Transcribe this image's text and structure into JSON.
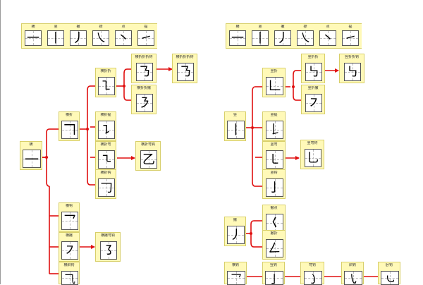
{
  "strokes": {
    "heng": {
      "label": "横",
      "glyph": "一"
    },
    "shu": {
      "label": "竖",
      "glyph": "丨"
    },
    "pie": {
      "label": "撇",
      "glyph": "丿"
    },
    "na": {
      "label": "捺",
      "glyph": "㇏"
    },
    "dian": {
      "label": "点",
      "glyph": "丶"
    },
    "ti": {
      "label": "提",
      "glyph": "㇀"
    },
    "hengzhe": {
      "label": "横折",
      "glyph": "𠃍"
    },
    "henggou": {
      "label": "横钩",
      "glyph": "乛"
    },
    "hengpie": {
      "label": "横撇",
      "glyph": "㇇"
    },
    "hengxiegou": {
      "label": "横斜钩",
      "glyph": "⺄"
    },
    "hengzhezhe": {
      "label": "横折折",
      "glyph": "㇅"
    },
    "hengzhezhezhegou": {
      "label": "横折折折钩",
      "glyph": "㇡"
    },
    "hengzhezhepie": {
      "label": "横折折撇",
      "glyph": "㇋"
    },
    "hengzheti": {
      "label": "横折提",
      "glyph": "㇊"
    },
    "hengzhewan": {
      "label": "横折弯",
      "glyph": "㇍"
    },
    "hengzhewangou": {
      "label": "横折弯钩",
      "glyph": "乙"
    },
    "hengzhegou": {
      "label": "横折钩",
      "glyph": "𠃌"
    },
    "hengpiewangou": {
      "label": "横撇弯钩",
      "glyph": "㇌"
    },
    "shuzhe": {
      "label": "竖折",
      "glyph": "𠃊"
    },
    "shuzhezhe": {
      "label": "竖折折",
      "glyph": "㇉"
    },
    "shuzhezhegou": {
      "label": "竖折折钩",
      "glyph": "㇉"
    },
    "shuzhepie": {
      "label": "竖折撇",
      "glyph": "㇇"
    },
    "shuti": {
      "label": "竖提",
      "glyph": "𠄌"
    },
    "shuwan": {
      "label": "竖弯",
      "glyph": "㇄"
    },
    "shuwangou": {
      "label": "竖弯钩",
      "glyph": "乚"
    },
    "shugou": {
      "label": "竖钩",
      "glyph": "亅"
    },
    "piedian": {
      "label": "撇点",
      "glyph": "𡿨"
    },
    "piezhe": {
      "label": "撇折",
      "glyph": "𠃋"
    },
    "wangou": {
      "label": "弯钩",
      "glyph": "㇁"
    },
    "xiegou": {
      "label": "斜钩",
      "glyph": "㇂"
    },
    "wogou": {
      "label": "卧钩",
      "glyph": "㇃"
    }
  }
}
